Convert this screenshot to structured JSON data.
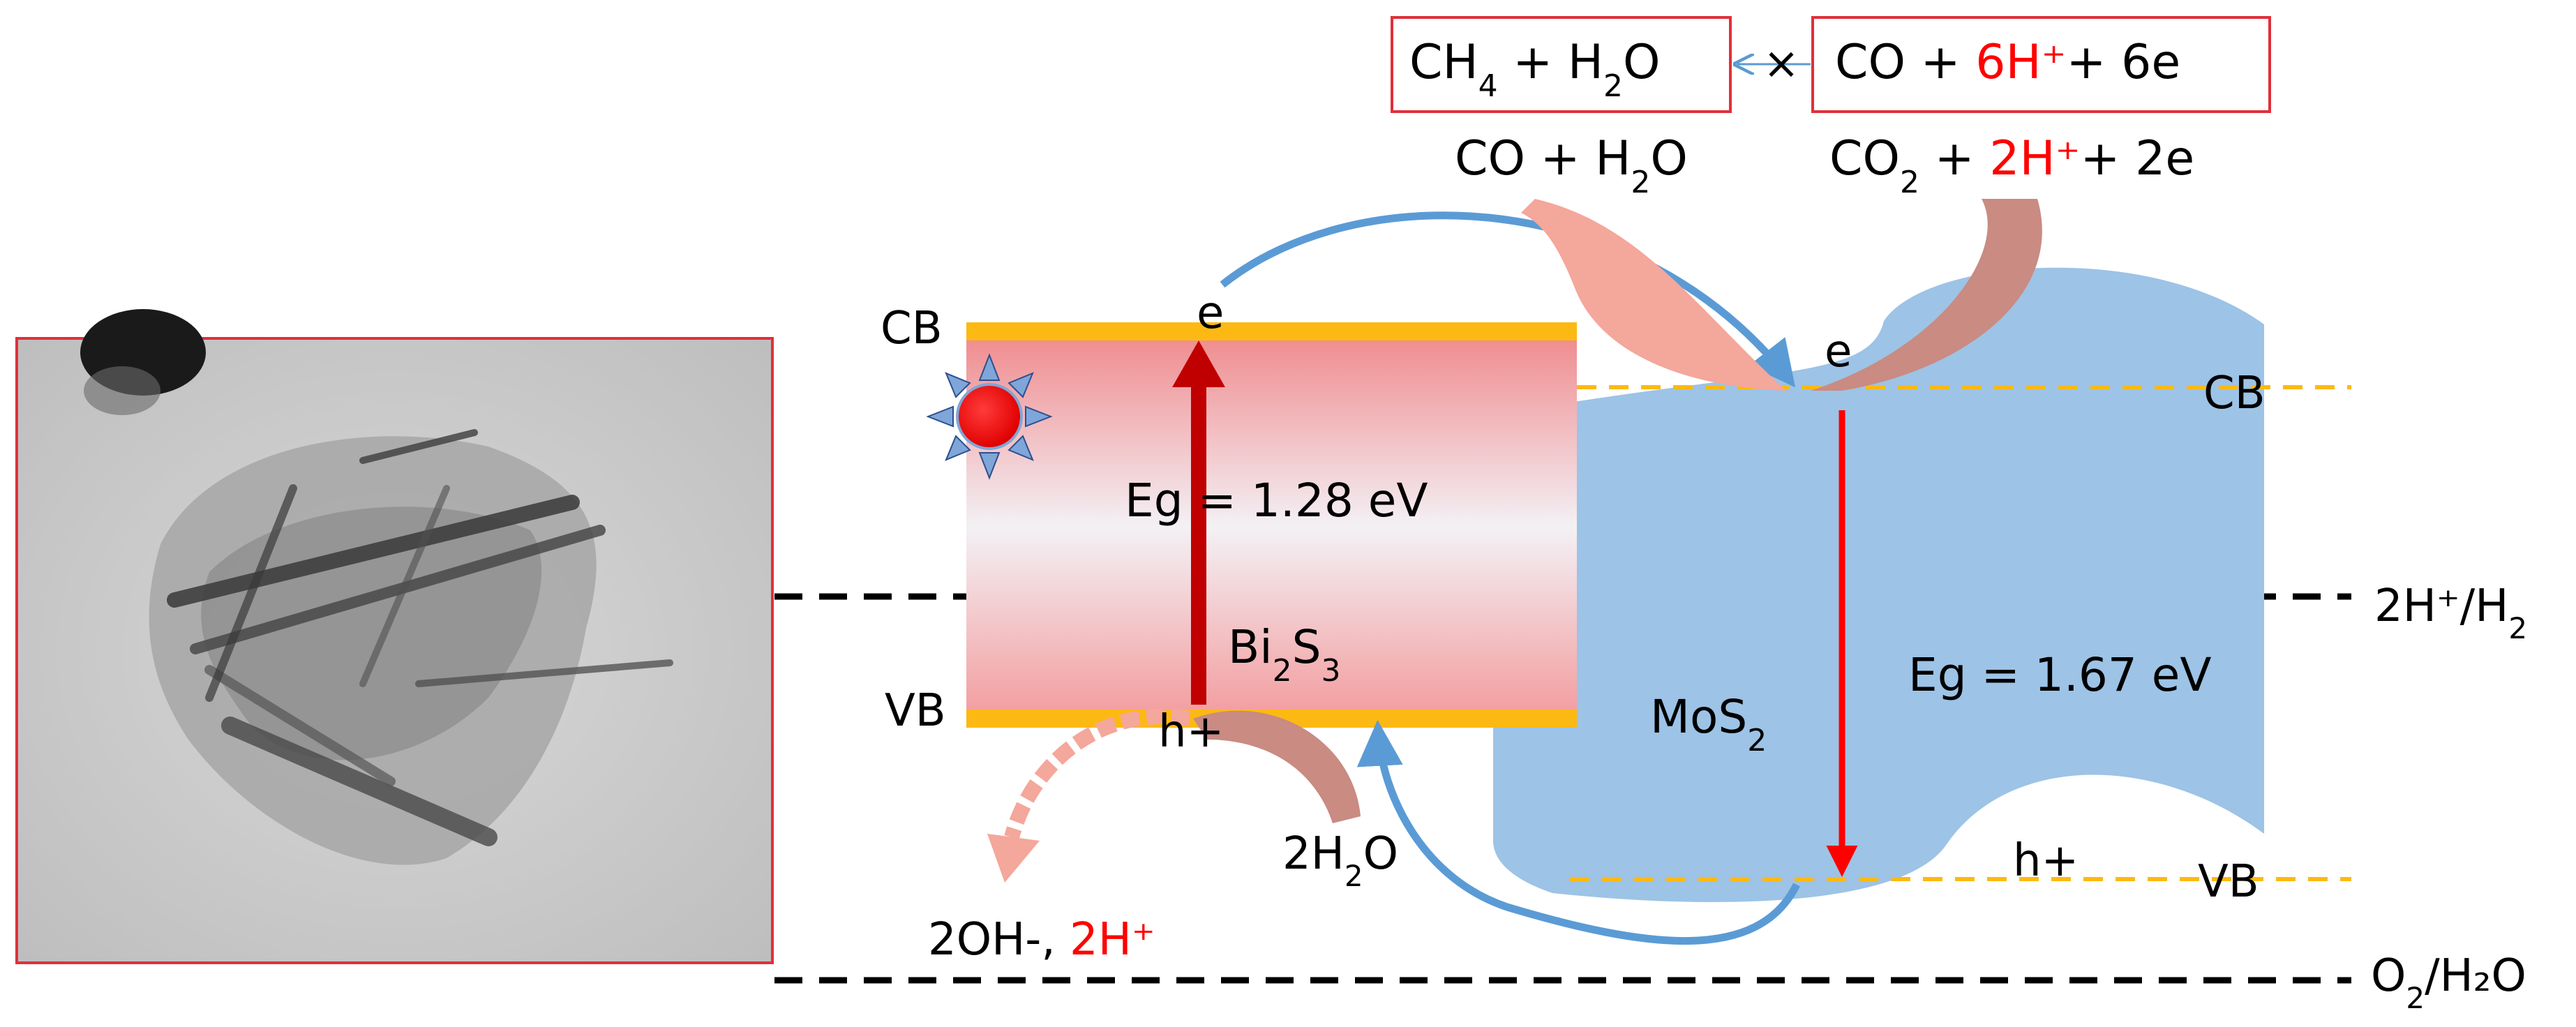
{
  "colors": {
    "band_edge": "#FDB913",
    "mos2_fill": "#9DC3E6",
    "arrow_blue": "#5B9BD5",
    "arrow_red": "#C00000",
    "accent_red": "#FF0000",
    "box_border": "#E0303A",
    "salmon": "#F4A79B",
    "brown": "#C98B82",
    "dashed_black": "#000000",
    "dashed_orange": "#FDB913"
  },
  "icons": {
    "sun": "sun-icon",
    "micrograph": "tem-micrograph"
  },
  "reactions": {
    "box_left": {
      "main": "CH",
      "sub1": "4",
      "mid": " + H",
      "sub2": "2",
      "end": "O"
    },
    "cross": "×",
    "box_right": {
      "pre": "CO + ",
      "hplus": "6H⁺",
      "post": "+ 6e"
    },
    "co_h2o": {
      "main": "CO + H",
      "sub": "2",
      "end": "O"
    },
    "co2": {
      "main": "CO",
      "sub": "2",
      "mid": " + ",
      "hplus": "2H⁺",
      "post": "+ 2e"
    }
  },
  "bi2s3": {
    "cb_label": "CB",
    "vb_label": "VB",
    "e_label": "e",
    "h_label": "h+",
    "eg_label": "Eg = 1.28 eV",
    "name": {
      "main": "Bi",
      "sub1": "2",
      "mid": "S",
      "sub2": "3"
    }
  },
  "mos2": {
    "cb_label": "CB",
    "vb_label": "VB",
    "e_label": "e",
    "h_label": "h+",
    "eg_label": "Eg = 1.67 eV",
    "name": {
      "main": "MoS",
      "sub": "2"
    }
  },
  "water": {
    "reactant": {
      "main": "2H",
      "sub": "2",
      "end": "O"
    },
    "products": {
      "pre": "2OH-, ",
      "hplus": "2H⁺"
    }
  },
  "levels": {
    "h2": {
      "main": "2H⁺/H",
      "sub": "2"
    },
    "o2": {
      "main": "O",
      "sub": "2",
      "end": "/H₂O"
    }
  }
}
